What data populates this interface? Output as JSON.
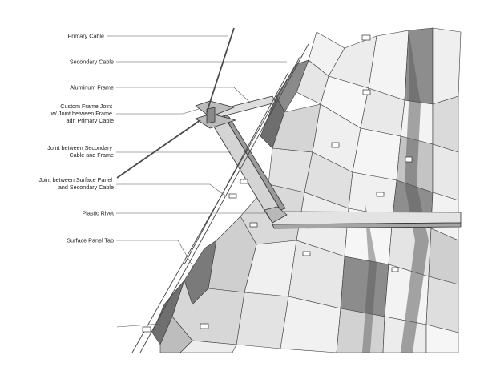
{
  "colors": {
    "background": "#ffffff",
    "line": "#333333",
    "leader": "#555555",
    "panel_light": "#ededed",
    "panel_mid": "#c9c9c9",
    "panel_dark": "#8a8a8a",
    "panel_darker": "#6e6e6e",
    "frame": "#d8d8d8"
  },
  "labels": [
    [
      "Primary Cable"
    ],
    [
      "Secondary Cable"
    ],
    [
      "Aluminum Frame"
    ],
    [
      "Custom Frame Joint",
      "w/ Joint between Frame",
      "adn Primary Cable"
    ],
    [
      "Joint between Secondary",
      "Cable and Frame"
    ],
    [
      "Joint between Surface Panel",
      "and Secondary Cable"
    ],
    [
      "Plastic Rivet"
    ],
    [
      "Surface Panel Tab"
    ]
  ]
}
